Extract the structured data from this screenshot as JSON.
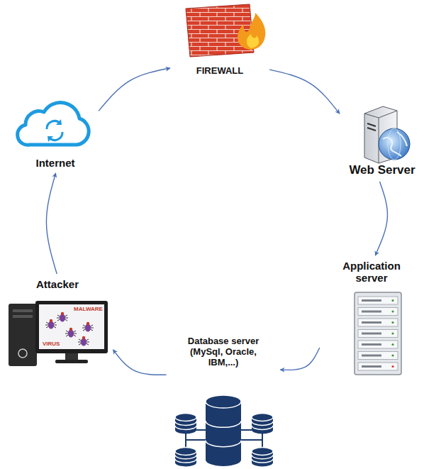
{
  "diagram": {
    "nodes": [
      {
        "text": [
          "FIREWALL"
        ]
      },
      {
        "text": [
          "Internet"
        ]
      },
      {
        "text": [
          "Web Server"
        ]
      },
      {
        "text": [
          "Application server"
        ]
      },
      {
        "text": [
          "Attacker"
        ]
      },
      {
        "text": [
          "Database server (MySql, Oracle, IBM,...)"
        ]
      }
    ],
    "edges": [
      {
        "from": 4,
        "to": 1,
        "arrow": "to"
      },
      {
        "from": 1,
        "to": 0,
        "arrow": "to"
      },
      {
        "from": 0,
        "to": 2,
        "arrow": "to"
      },
      {
        "from": 2,
        "to": 3,
        "arrow": "to"
      },
      {
        "from": 3,
        "to": 5,
        "arrow": "to"
      },
      {
        "from": 5,
        "to": 4,
        "arrow": "to"
      }
    ],
    "labels": [
      "MALWARE",
      "VIRUS"
    ]
  }
}
